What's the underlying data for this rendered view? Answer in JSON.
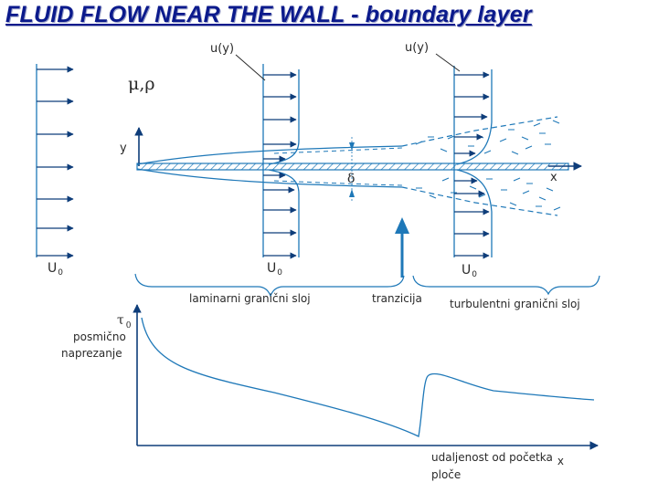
{
  "title": "FLUID FLOW NEAR THE WALL - boundary layer",
  "labels": {
    "u_y_left": "u(y)",
    "u_y_right": "u(y)",
    "mu_rho": "μ,ρ",
    "y_axis": "y",
    "x_axis": "x",
    "delta": "δ",
    "U0_inlet": "U",
    "U0_laminar": "U",
    "U0_turbulent": "U",
    "U0_subscript": "0",
    "laminar": "laminarni granični sloj",
    "transition": "tranzicija",
    "turbulent": "turbulentni granični sloj",
    "tau_symbol": "τ",
    "tau_subscript": "0",
    "tau_name_1": "posmično",
    "tau_name_2": "naprezanje",
    "distance_1": "udaljenost od početka",
    "distance_x": "x",
    "distance_2": "ploče"
  },
  "colors": {
    "title": "#0b1a8c",
    "lines": "#1e78b8",
    "arrows": "#0e3d7a",
    "text": "#2a2a2a"
  }
}
